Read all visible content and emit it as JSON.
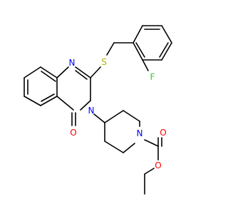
{
  "atom_labels": {
    "fluorine": "F",
    "sulfur": "S",
    "nitrogen_upper": "N",
    "nitrogen_ring": "N",
    "oxygen_carbonyl": "O",
    "nitrogen_piperidine": "N",
    "oxygen_ester_carbonyl": "O",
    "oxygen_ester": "O"
  },
  "colors": {
    "bond": "#000000",
    "carbon_text": "#000000",
    "nitrogen": "#0000ff",
    "oxygen": "#ff0000",
    "sulfur": "#b2b200",
    "fluorine": "#33cc33"
  }
}
